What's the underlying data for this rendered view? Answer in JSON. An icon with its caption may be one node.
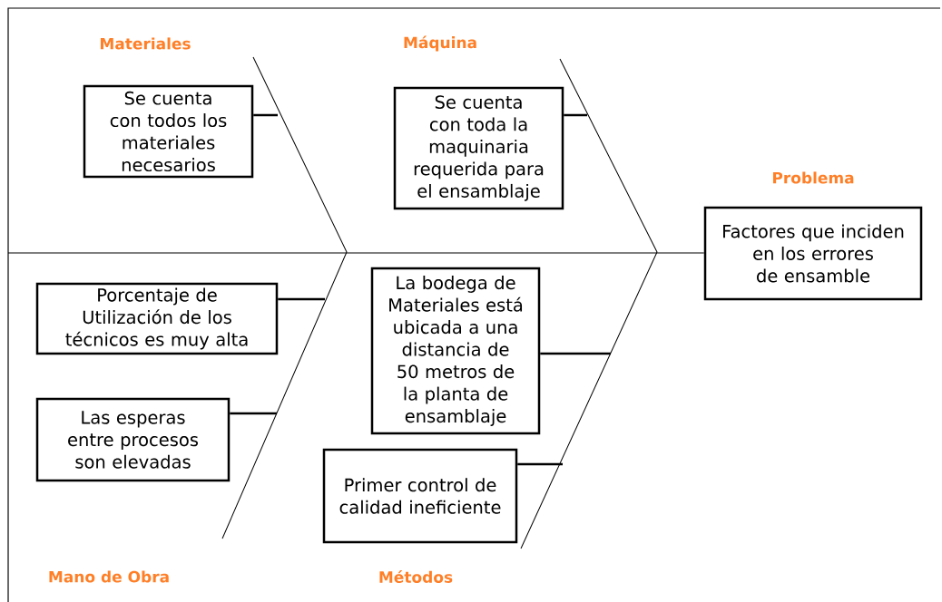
{
  "diagram": {
    "nodes": [
      {
        "text": [
          "Se cuenta con todos los materiales necesarios"
        ]
      },
      {
        "text": [
          "Se cuenta con toda la maquinaria requerida para el ensamblaje"
        ]
      },
      {
        "text": [
          "Problema",
          "Factores que inciden en los errores de ensamble"
        ]
      },
      {
        "text": [
          "Porcentaje de Utilización de los técnicos es muy alta"
        ]
      },
      {
        "text": [
          "Las esperas entre procesos son elevadas"
        ]
      },
      {
        "text": [
          "La bodega de Materiales está ubicada a una distancia de 50 metros de la planta de ensamblaje"
        ]
      },
      {
        "text": [
          "Primer control de calidad ineficiente"
        ]
      }
    ],
    "edges": [
      {
        "from": 0,
        "to": null,
        "arrow": "none"
      },
      {
        "from": 1,
        "to": null,
        "arrow": "none"
      },
      {
        "from": 3,
        "to": null,
        "arrow": "none"
      },
      {
        "from": 4,
        "to": null,
        "arrow": "none"
      },
      {
        "from": 5,
        "to": null,
        "arrow": "none"
      },
      {
        "from": 6,
        "to": null,
        "arrow": "none"
      },
      {
        "from": null,
        "to": 2,
        "arrow": "none"
      }
    ],
    "labels": [
      "Materiales",
      "Máquina",
      "Mano de Obra",
      "Métodos"
    ]
  }
}
